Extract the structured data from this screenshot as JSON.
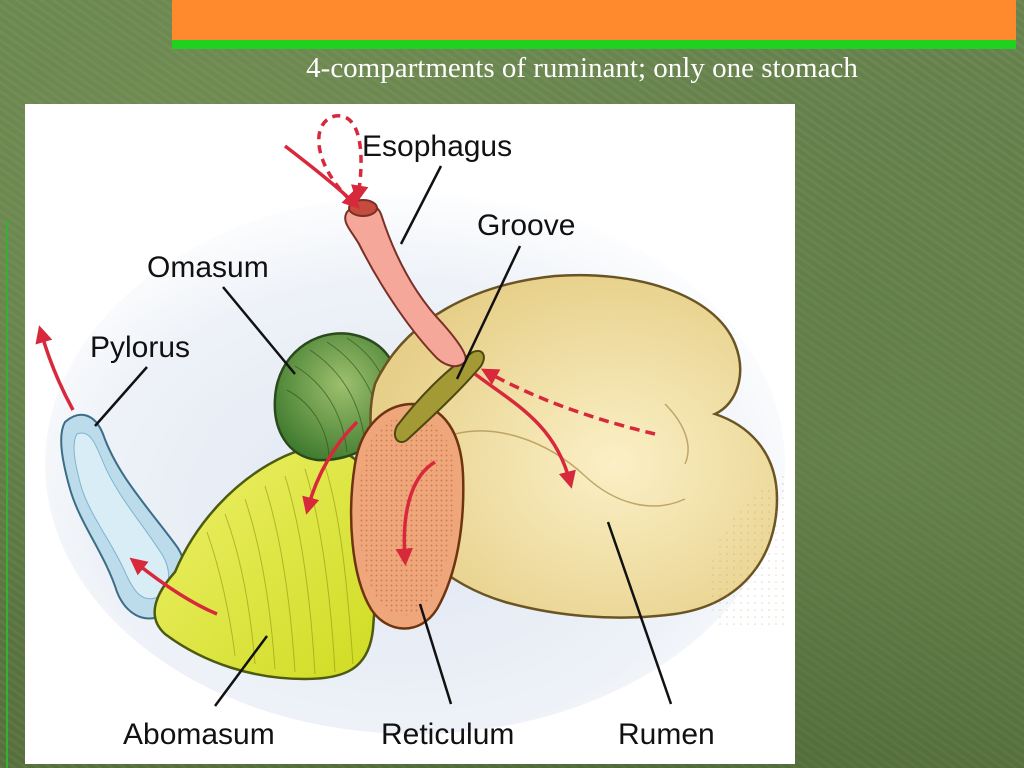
{
  "slide": {
    "title": "4-compartments of ruminant; only one stomach"
  },
  "diagram": {
    "labels": {
      "esophagus": "Esophagus",
      "groove": "Groove",
      "omasum": "Omasum",
      "pylorus": "Pylorus",
      "abomasum": "Abomasum",
      "reticulum": "Reticulum",
      "rumen": "Rumen"
    }
  },
  "colors": {
    "background": "#5f7a45",
    "header_bar": "#ff8a2e",
    "header_line": "#1fd21f",
    "rumen": "#f1dc9c",
    "reticulum": "#eea67a",
    "omasum": "#6f9a4b",
    "abomasum": "#d9e43a",
    "pylorus": "#bcdcec",
    "esophagus": "#f5a79a",
    "arrows": "#d8283c"
  }
}
